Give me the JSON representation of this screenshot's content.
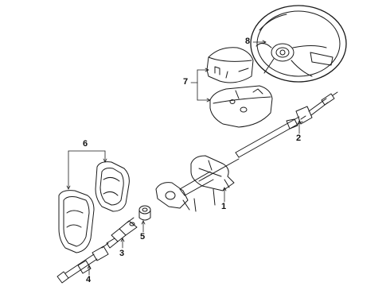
{
  "diagram": {
    "callouts": [
      {
        "id": "1",
        "label": "1"
      },
      {
        "id": "2",
        "label": "2"
      },
      {
        "id": "3",
        "label": "3"
      },
      {
        "id": "4",
        "label": "4"
      },
      {
        "id": "5",
        "label": "5"
      },
      {
        "id": "6",
        "label": "6"
      },
      {
        "id": "7",
        "label": "7"
      },
      {
        "id": "8",
        "label": "8"
      }
    ],
    "parts": [
      {
        "ref": "1",
        "name": "steering-column-assembly"
      },
      {
        "ref": "2",
        "name": "steering-shaft"
      },
      {
        "ref": "3",
        "name": "intermediate-shaft-joint"
      },
      {
        "ref": "4",
        "name": "lower-intermediate-shaft"
      },
      {
        "ref": "5",
        "name": "column-bushing"
      },
      {
        "ref": "6",
        "name": "dust-boot-seals"
      },
      {
        "ref": "7",
        "name": "column-covers"
      },
      {
        "ref": "8",
        "name": "steering-wheel"
      }
    ],
    "line_color": "#1a1a1a",
    "background": "#ffffff"
  }
}
